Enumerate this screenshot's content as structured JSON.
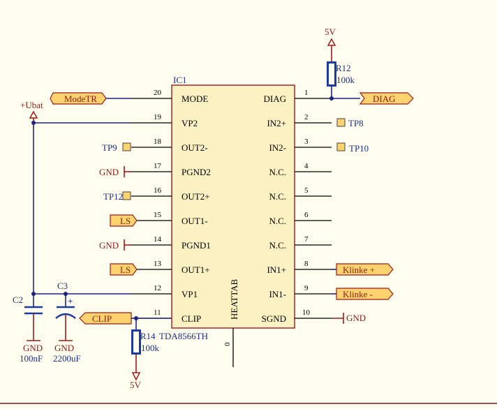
{
  "ic": {
    "ref": "IC1",
    "part": "TDA8566TH",
    "body_label": "HEATTAB",
    "tab_pin": "0",
    "left_pins": [
      {
        "num": "20",
        "name": "MODE"
      },
      {
        "num": "19",
        "name": "VP2"
      },
      {
        "num": "18",
        "name": "OUT2-"
      },
      {
        "num": "17",
        "name": "PGND2"
      },
      {
        "num": "16",
        "name": "OUT2+"
      },
      {
        "num": "15",
        "name": "OUT1-"
      },
      {
        "num": "14",
        "name": "PGND1"
      },
      {
        "num": "13",
        "name": "OUT1+"
      },
      {
        "num": "12",
        "name": "VP1"
      },
      {
        "num": "11",
        "name": "CLIP"
      }
    ],
    "right_pins": [
      {
        "num": "1",
        "name": "DIAG"
      },
      {
        "num": "2",
        "name": "IN2+"
      },
      {
        "num": "3",
        "name": "IN2-"
      },
      {
        "num": "4",
        "name": "N.C."
      },
      {
        "num": "5",
        "name": "N.C."
      },
      {
        "num": "6",
        "name": "N.C."
      },
      {
        "num": "7",
        "name": "N.C."
      },
      {
        "num": "8",
        "name": "IN1+"
      },
      {
        "num": "9",
        "name": "IN1-"
      },
      {
        "num": "10",
        "name": "SGND"
      }
    ]
  },
  "nets": {
    "modetr": "ModeTR",
    "diag": "DIAG",
    "clip": "CLIP",
    "ls_1": "LS",
    "ls_2": "LS",
    "klinke_plus": "Klinke +",
    "klinke_minus": "Klinke -",
    "ubat": "+Ubat",
    "gnd_17": "GND",
    "gnd_14": "GND",
    "gnd_10": "GND",
    "gnd_c2": "GND",
    "gnd_c3": "GND",
    "vcc_top": "5V",
    "vcc_bottom": "5V"
  },
  "testpoints": {
    "tp8": "TP8",
    "tp9": "TP9",
    "tp10": "TP10",
    "tp12": "TP12"
  },
  "components": {
    "r12": {
      "ref": "R12",
      "value": "100k"
    },
    "r14": {
      "ref": "R14",
      "value": "100k"
    },
    "c2": {
      "ref": "C2",
      "value": "100nF"
    },
    "c3": {
      "ref": "C3",
      "value": "2200uF"
    }
  },
  "colors": {
    "background": "#fffded",
    "ic_body": "#fcf1c2",
    "ic_border": "#9b1c1c",
    "wire": "#1a237e",
    "port_fill": "#fcd36e",
    "power": "#9b1c1c"
  }
}
